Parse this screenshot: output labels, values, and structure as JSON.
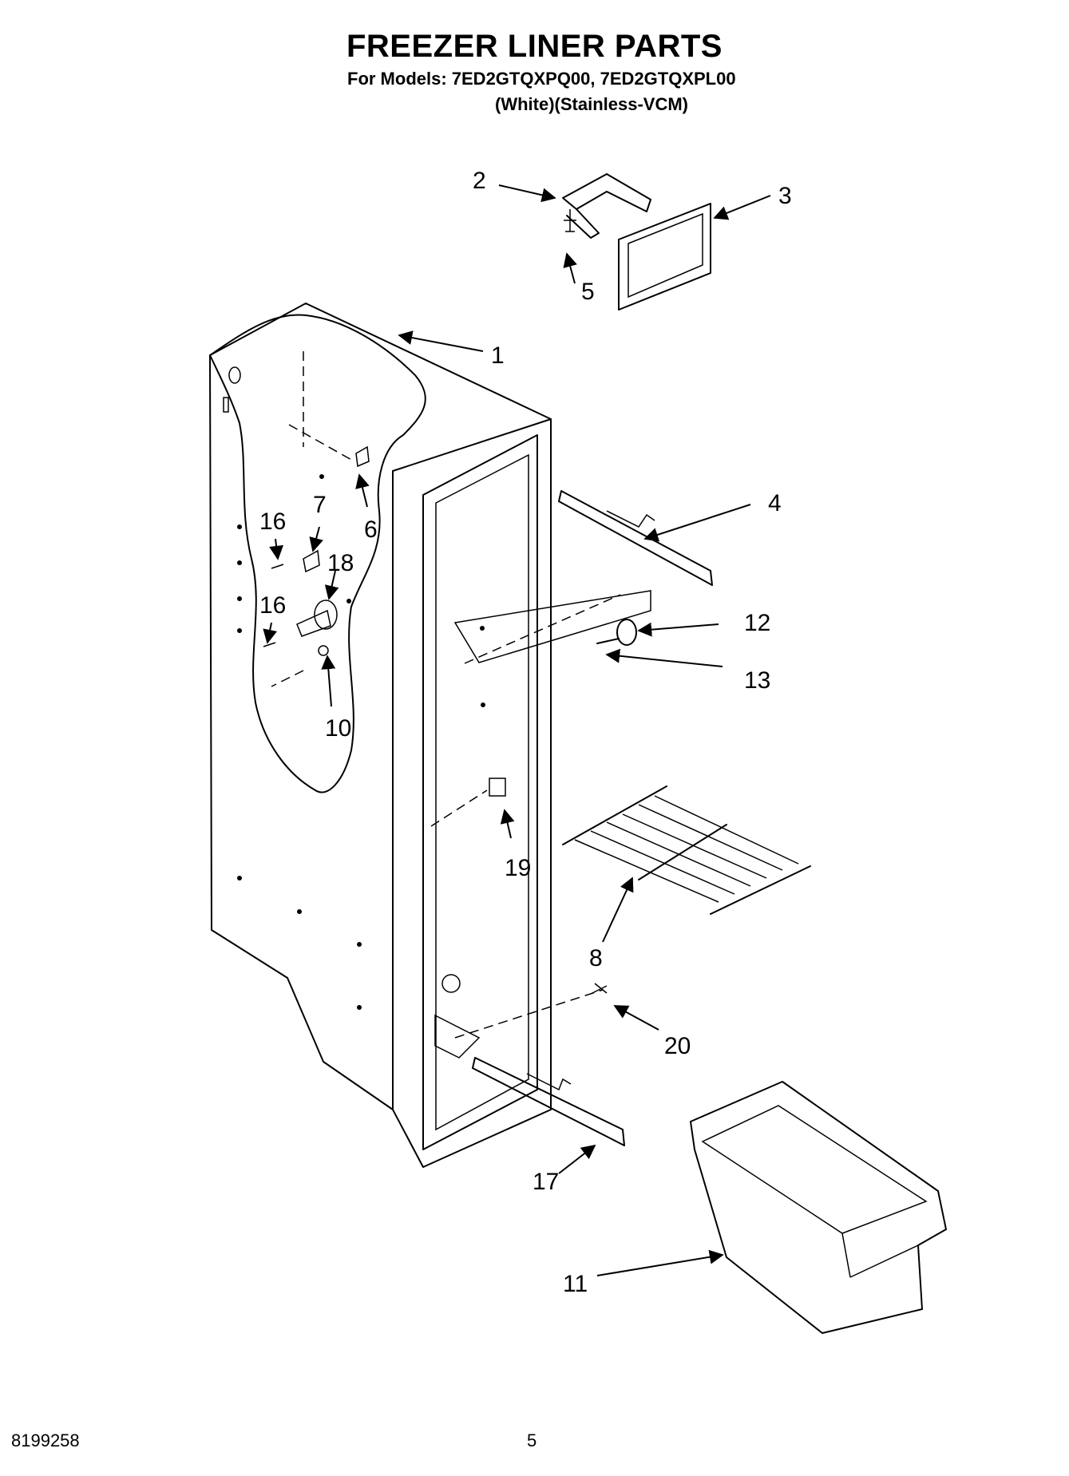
{
  "header": {
    "title": "FREEZER LINER PARTS",
    "models_line": "For Models: 7ED2GTQXPQ00, 7ED2GTQXPL00",
    "variant_line": "(White)(Stainless-VCM)"
  },
  "callouts": [
    "1",
    "2",
    "3",
    "4",
    "5",
    "6",
    "7",
    "8",
    "10",
    "11",
    "12",
    "13",
    "16",
    "16",
    "17",
    "18",
    "19",
    "20"
  ],
  "footer": {
    "doc_number": "8199258",
    "page_number": "5"
  }
}
